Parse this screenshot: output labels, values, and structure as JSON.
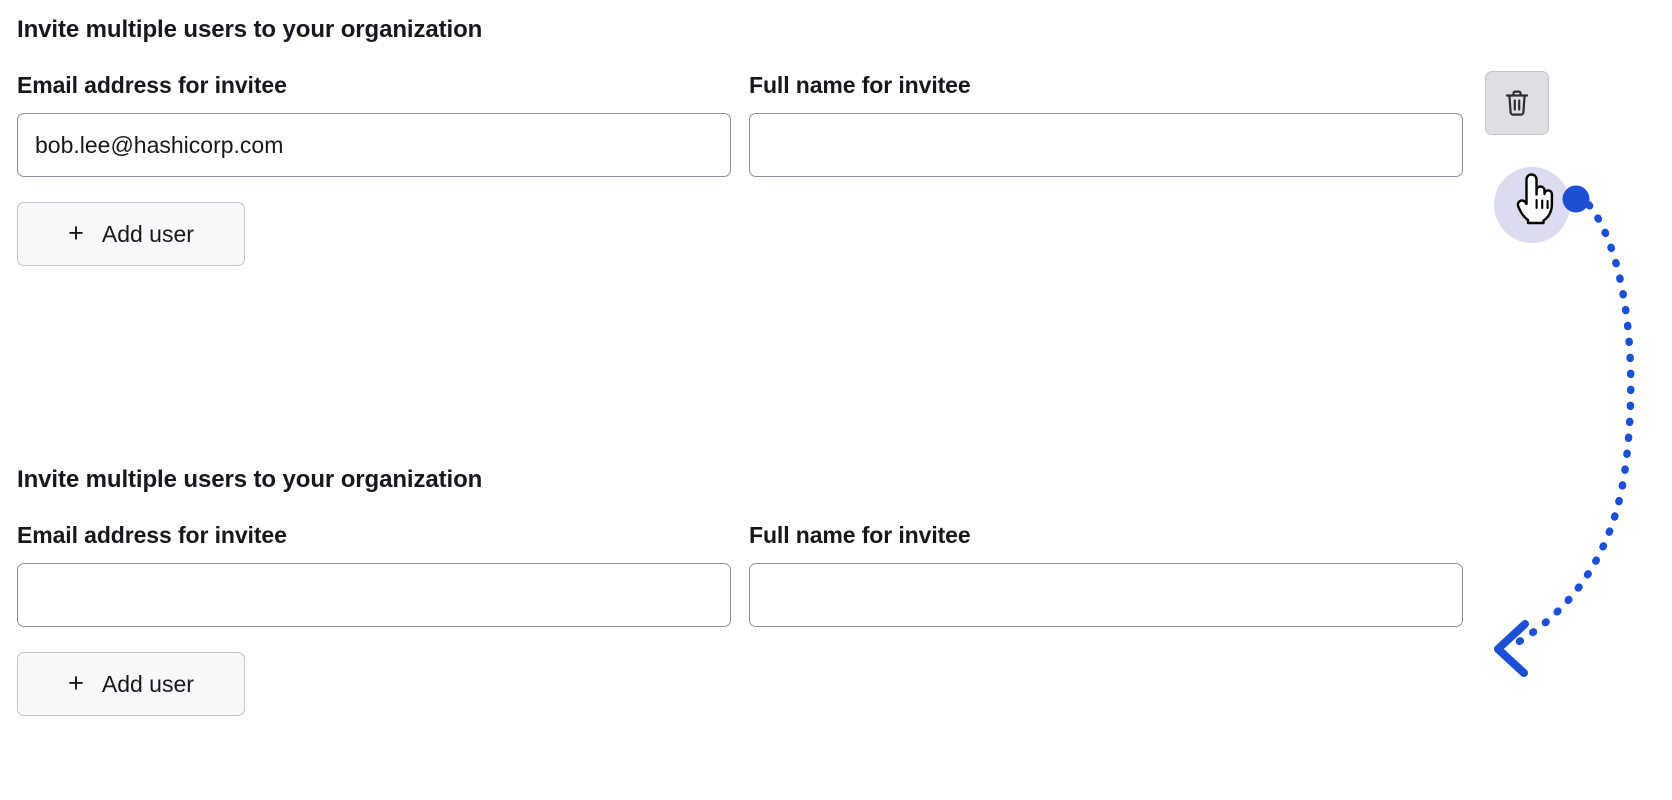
{
  "sections": [
    {
      "heading": "Invite multiple users to your organization",
      "email_label": "Email address for invitee",
      "email_value": "bob.lee@hashicorp.com",
      "email_placeholder": "",
      "fullname_label": "Full name for invitee",
      "fullname_value": "",
      "fullname_placeholder": "",
      "add_user_label": "Add user",
      "plus_glyph": "+",
      "has_delete_button": true,
      "delete_icon": "trash-icon"
    },
    {
      "heading": "Invite multiple users to your organization",
      "email_label": "Email address for invitee",
      "email_value": "",
      "email_placeholder": "",
      "fullname_label": "Full name for invitee",
      "fullname_value": "",
      "fullname_placeholder": "",
      "add_user_label": "Add user",
      "plus_glyph": "+",
      "has_delete_button": false,
      "delete_icon": ""
    }
  ],
  "annotation": {
    "cursor_icon": "pointing-hand-cursor",
    "click_marker_icon": "click-dot-marker",
    "arrow_icon": "curved-dotted-arrow",
    "arrowhead_icon": "chevron-left-arrowhead",
    "marker_color": "#1b4fd4",
    "arrow_color": "#1b4fd4",
    "halo_color": "#dcdcf1"
  },
  "colors": {
    "text": "#16181d",
    "input_border": "#8c909c",
    "button_border": "#c2c5cb",
    "button_background": "#f7f8fa",
    "delete_background": "#dedfe3",
    "page_background": "#ffffff"
  }
}
